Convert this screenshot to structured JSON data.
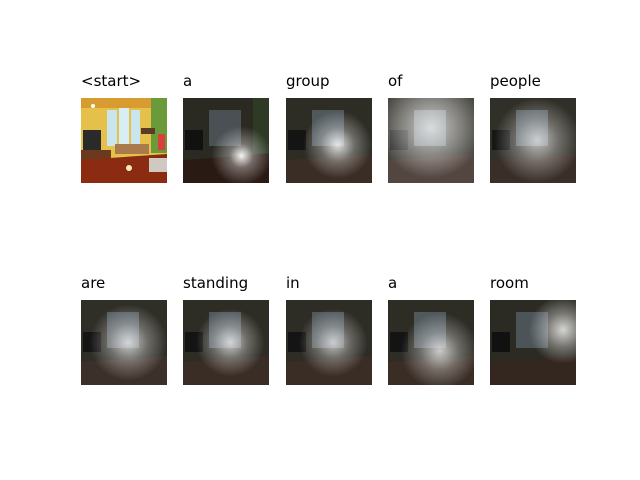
{
  "figure": {
    "tokens": [
      {
        "word": "<start>",
        "attention": "none"
      },
      {
        "word": "a",
        "attention": "lower-right"
      },
      {
        "word": "group",
        "attention": "center"
      },
      {
        "word": "of",
        "attention": "diffuse"
      },
      {
        "word": "people",
        "attention": "center-diffuse"
      },
      {
        "word": "are",
        "attention": "center"
      },
      {
        "word": "standing",
        "attention": "center"
      },
      {
        "word": "in",
        "attention": "center"
      },
      {
        "word": "a",
        "attention": "center-low"
      },
      {
        "word": "room",
        "attention": "upper-right"
      }
    ],
    "colors": {
      "room_wall": "#e8c24a",
      "room_floor": "#8a2b12",
      "window": "#bfe3ee",
      "overlay_dark": "#1f1f1a",
      "highlight": "#ffffff"
    }
  }
}
